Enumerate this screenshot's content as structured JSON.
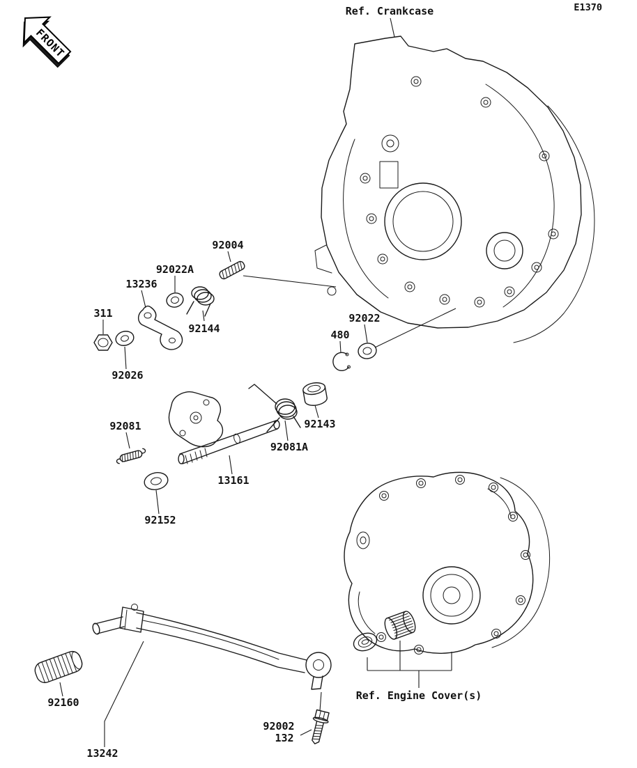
{
  "meta": {
    "code": "E1370",
    "front": "FRONT"
  },
  "refs": {
    "crankcase": "Ref. Crankcase",
    "engine_cover": "Ref. Engine Cover(s)"
  },
  "parts": {
    "p92004": "92004",
    "p92022A": "92022A",
    "p13236": "13236",
    "p311": "311",
    "p92144": "92144",
    "p92022": "92022",
    "p480": "480",
    "p92026": "92026",
    "p92081": "92081",
    "p92143": "92143",
    "p92081A": "92081A",
    "p13161": "13161",
    "p92152": "92152",
    "p92160": "92160",
    "p13242": "13242",
    "p92002": "92002",
    "p132": "132"
  }
}
